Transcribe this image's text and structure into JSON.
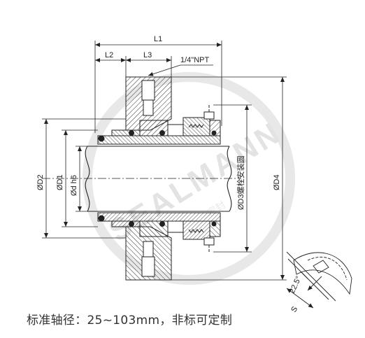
{
  "dimensions": {
    "L1": "L1",
    "L2": "L2",
    "L3": "L3",
    "npt": "1/4\"NPT",
    "D2": "ØD2",
    "D1": "ØD1",
    "dh6": "Ød h6",
    "D3": "ØD3螺栓安装圆",
    "D4": "ØD4",
    "angle": "22.5°",
    "S": "S"
  },
  "watermark": {
    "brand": "SEALMANN",
    "extra": "密封"
  },
  "colors": {
    "line": "#222222",
    "hatch": "#333333",
    "watermark": "#e3e3e3"
  },
  "caption": "标准轴径：25~103mm，非标可定制"
}
